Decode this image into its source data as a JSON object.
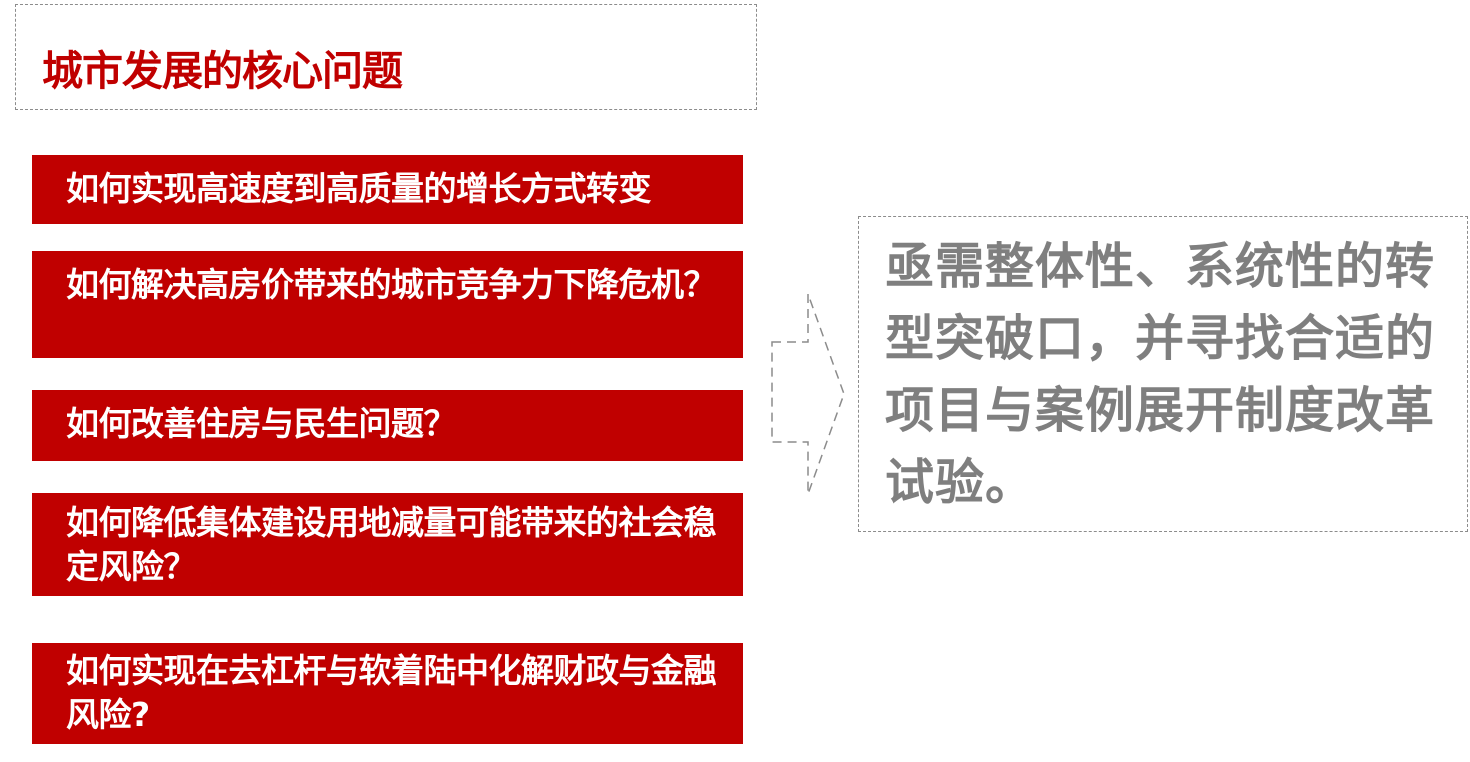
{
  "title": "城市发展的核心问题",
  "questions": [
    "如何实现高速度到高质量的增长方式转变",
    "如何解决高房价带来的城市竞争力下降危机？",
    "如何改善住房与民生问题？",
    "如何降低集体建设用地减量可能带来的社会稳定风险？",
    "如何实现在去杠杆与软着陆中化解财政与金融风险?"
  ],
  "conclusion": "亟需整体性、系统性的转型突破口，并寻找合适的项目与案例展开制度改革试验。",
  "colors": {
    "accent_red": "#c00000",
    "gray_text": "#7f7f7f",
    "dashed_border": "#8c8c8c"
  },
  "icons": {
    "arrow": "dashed-right-arrow-icon"
  }
}
